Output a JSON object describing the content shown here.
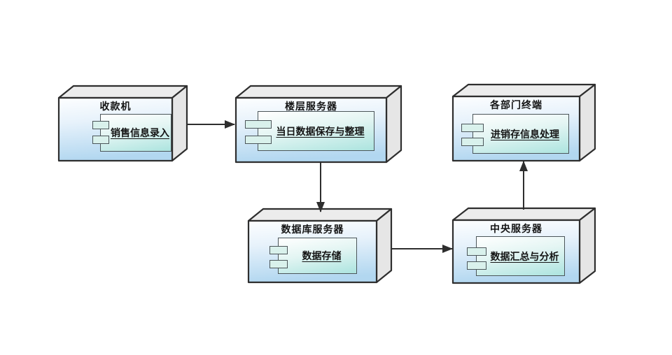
{
  "nodes": [
    {
      "id": "cashier",
      "label": "收款机",
      "component": "销售信息录入"
    },
    {
      "id": "floor-server",
      "label": "楼层服务器",
      "component": "当日数据保存与整理"
    },
    {
      "id": "dept-terminal",
      "label": "各部门终端",
      "component": "进销存信息处理"
    },
    {
      "id": "db-server",
      "label": "数据库服务器",
      "component": "数据存储"
    },
    {
      "id": "central-server",
      "label": "中央服务器",
      "component": "数据汇总与分析"
    }
  ],
  "connections": [
    {
      "from": "收款机",
      "to": "楼层服务器",
      "direction": "right"
    },
    {
      "from": "楼层服务器",
      "to": "数据库服务器",
      "direction": "down"
    },
    {
      "from": "数据库服务器",
      "to": "中央服务器",
      "direction": "right"
    },
    {
      "from": "中央服务器",
      "to": "各部门终端",
      "direction": "up"
    }
  ],
  "colors": {
    "background": "#ffffff",
    "node_border": "#2e2e2e",
    "node_top_face": "#ececec",
    "node_side_face": "#e6e6e6",
    "front_gradient_top": "#fdfeff",
    "front_gradient_bottom": "#b2d7f0",
    "component_gradient_top": "#ffffff",
    "component_gradient_bottom": "#ace4df",
    "component_border": "#4b5559",
    "tab_fill": "#d9f1ec",
    "arrow": "#2e2e2e",
    "text": "#141414"
  }
}
